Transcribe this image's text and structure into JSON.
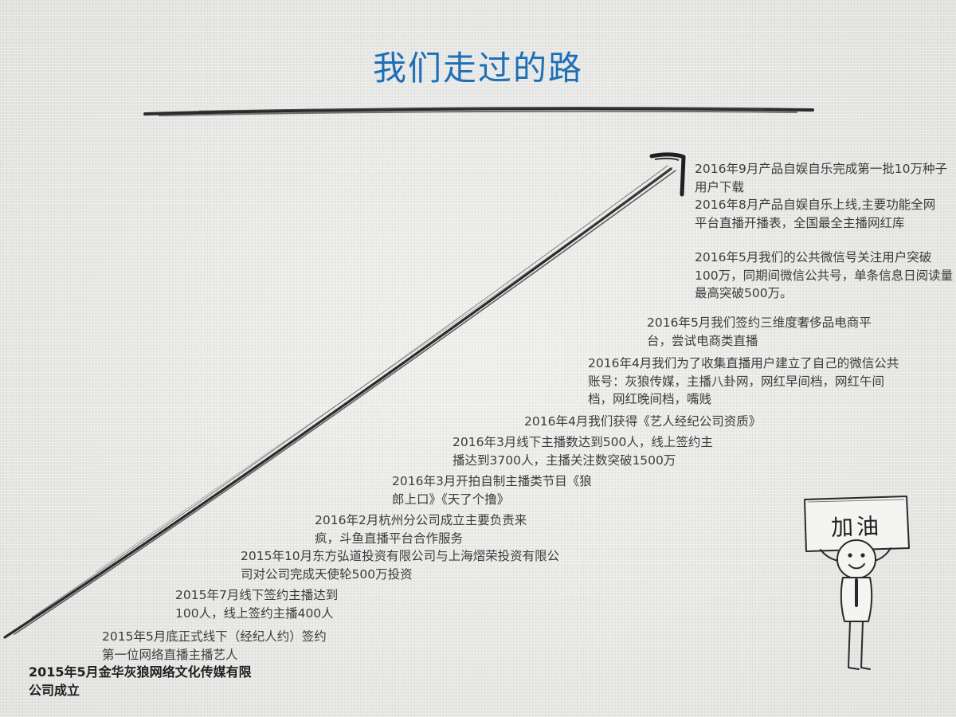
{
  "title": "我们走过的路",
  "sign_text": "加油",
  "events": [
    {
      "text": "2016年9月产品自娱自乐完成第一批10万种子用户下载"
    },
    {
      "text": "2016年8月产品自娱自乐上线,主要功能全网平台直播开播表，全国最全主播网红库"
    },
    {
      "text": "2016年5月我们的公共微信号关注用户突破100万，同期间微信公共号，单条信息日阅读量最高突破500万。"
    },
    {
      "text": "2016年5月我们签约三维度奢侈品电商平台，尝试电商类直播"
    },
    {
      "text": "2016年4月我们为了收集直播用户建立了自己的微信公共账号：灰狼传媒，主播八卦网，网红早间档，网红午间档，网红晚间档，嘴贱"
    },
    {
      "text": "2016年4月我们获得《艺人经纪公司资质》"
    },
    {
      "text": "2016年3月线下主播数达到500人，线上签约主播达到3700人，主播关注数突破1500万"
    },
    {
      "text": "2016年3月开拍自制主播类节目《狼郎上口》《天了个撸》"
    },
    {
      "text": "2016年2月杭州分公司成立主要负责来疯，斗鱼直播平台合作服务"
    },
    {
      "text": "2015年10月东方弘道投资有限公司与上海熠荣投资有限公司对公司完成天使轮500万投资"
    },
    {
      "text": "2015年7月线下签约主播达到100人，线上签约主播400人"
    },
    {
      "text": "2015年5月底正式线下（经纪人约）签约第一位网络直播主播艺人"
    },
    {
      "text": "2015年5月金华灰狼网络文化传媒有限公司成立"
    }
  ]
}
